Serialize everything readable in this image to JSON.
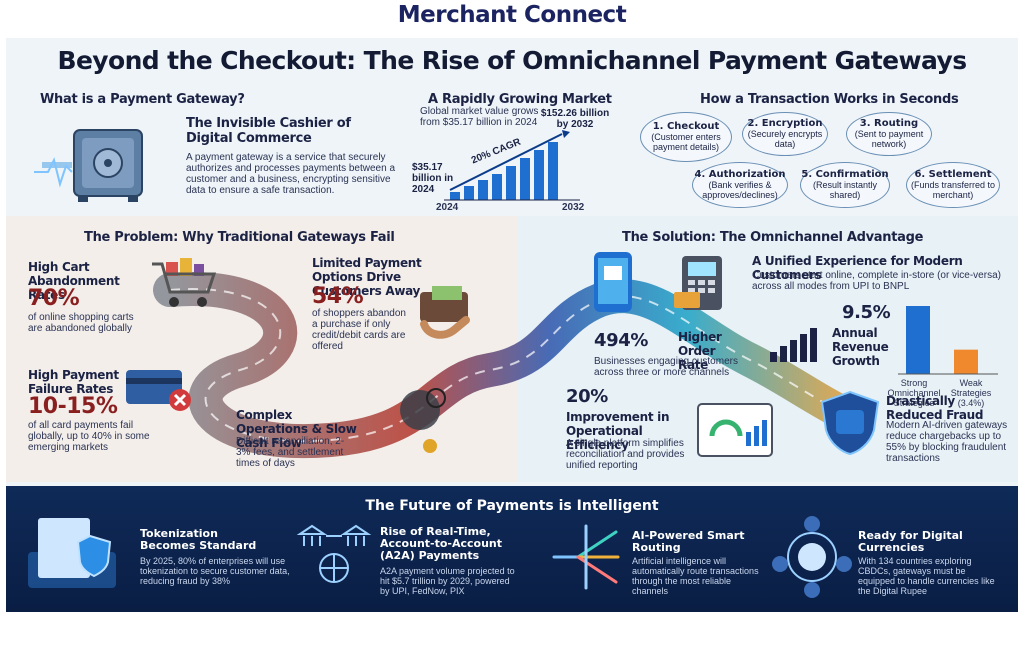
{
  "brand": "Merchant Connect",
  "headline": "Beyond the Checkout: The Rise of Omnichannel Payment Gateways",
  "gateway": {
    "heading": "What is a Payment Gateway?",
    "title": "The Invisible Cashier of Digital Commerce",
    "text": "A payment gateway is a service that securely authorizes and processes payments between a customer and a business, encrypting sensitive data to ensure a safe transaction."
  },
  "market": {
    "heading": "A Rapidly Growing Market",
    "text": "Global market value grows from $35.17 billion in 2024",
    "end_label": "$152.26 billion by 2032",
    "start_label": "$35.17 billion in 2024",
    "cagr": "20% CAGR",
    "year_start": "2024",
    "year_end": "2032"
  },
  "transaction": {
    "heading": "How a Transaction Works in Seconds",
    "steps": [
      {
        "title": "1. Checkout",
        "text": "(Customer enters payment details)"
      },
      {
        "title": "2. Encryption",
        "text": "(Securely encrypts data)"
      },
      {
        "title": "3. Routing",
        "text": "(Sent to payment network)"
      },
      {
        "title": "4. Authorization",
        "text": "(Bank verifies & approves/declines)"
      },
      {
        "title": "5. Confirmation",
        "text": "(Result instantly shared)"
      },
      {
        "title": "6. Settlement",
        "text": "(Funds transferred to merchant)"
      }
    ]
  },
  "problem": {
    "heading": "The Problem: Why Traditional Gateways Fail",
    "cart": {
      "title": "High Cart Abandonment Rates",
      "stat": "70%",
      "text": "of online shopping carts are abandoned globally"
    },
    "options": {
      "title": "Limited Payment Options Drive Customers Away",
      "stat": "54%",
      "text": "of shoppers abandon a purchase if only credit/debit cards are offered"
    },
    "failure": {
      "title": "High Payment Failure Rates",
      "stat": "10-15%",
      "text": "of all card payments fail globally, up to 40% in some emerging markets"
    },
    "ops": {
      "title": "Complex Operations & Slow Cash Flow",
      "text": "Difficult reconciliation, 2-3% fees, and settlement times of days"
    }
  },
  "solution": {
    "heading": "The Solution: The Omnichannel Advantage",
    "unified": {
      "title": "A Unified Experience for Modern Customers",
      "text": "Customers start online, complete in-store (or vice-versa) across all modes from UPI to BNPL"
    },
    "order": {
      "stat": "494%",
      "title": "Higher Order Rate",
      "text": "Businesses engaging customers across three or more channels"
    },
    "revenue": {
      "stat": "9.5%",
      "title": "Annual Revenue Growth",
      "bar1_label": "Strong Omnichannel Strategies",
      "bar2_label": "Weak Strategies (3.4%)"
    },
    "efficiency": {
      "stat": "20%",
      "title": "Improvement in Operational Efficiency",
      "text": "A single platform simplifies reconciliation and provides unified reporting"
    },
    "fraud": {
      "title": "Drastically Reduced Fraud",
      "text": "Modern AI-driven gateways reduce chargebacks up to 55% by blocking fraudulent transactions"
    }
  },
  "future": {
    "heading": "The Future of Payments is Intelligent",
    "items": [
      {
        "title": "Tokenization Becomes Standard",
        "text": "By 2025, 80% of enterprises will use tokenization to secure customer data, reducing fraud by 38%"
      },
      {
        "title": "Rise of Real-Time, Account-to-Account (A2A) Payments",
        "text": "A2A payment volume projected to hit $5.7 trillion by 2029, powered by UPI, FedNow, PIX"
      },
      {
        "title": "AI-Powered Smart Routing",
        "text": "Artificial intelligence will automatically route transactions through the most reliable channels"
      },
      {
        "title": "Ready for Digital Currencies",
        "text": "With 134 countries exploring CBDCs, gateways must be equipped to handle currencies like the Digital Rupee"
      }
    ]
  },
  "colors": {
    "navy": "#1b2244",
    "accent_red": "#8a1f1f",
    "footer_bg": "#0f2a58",
    "growth_blue": "#1f6fd1"
  }
}
